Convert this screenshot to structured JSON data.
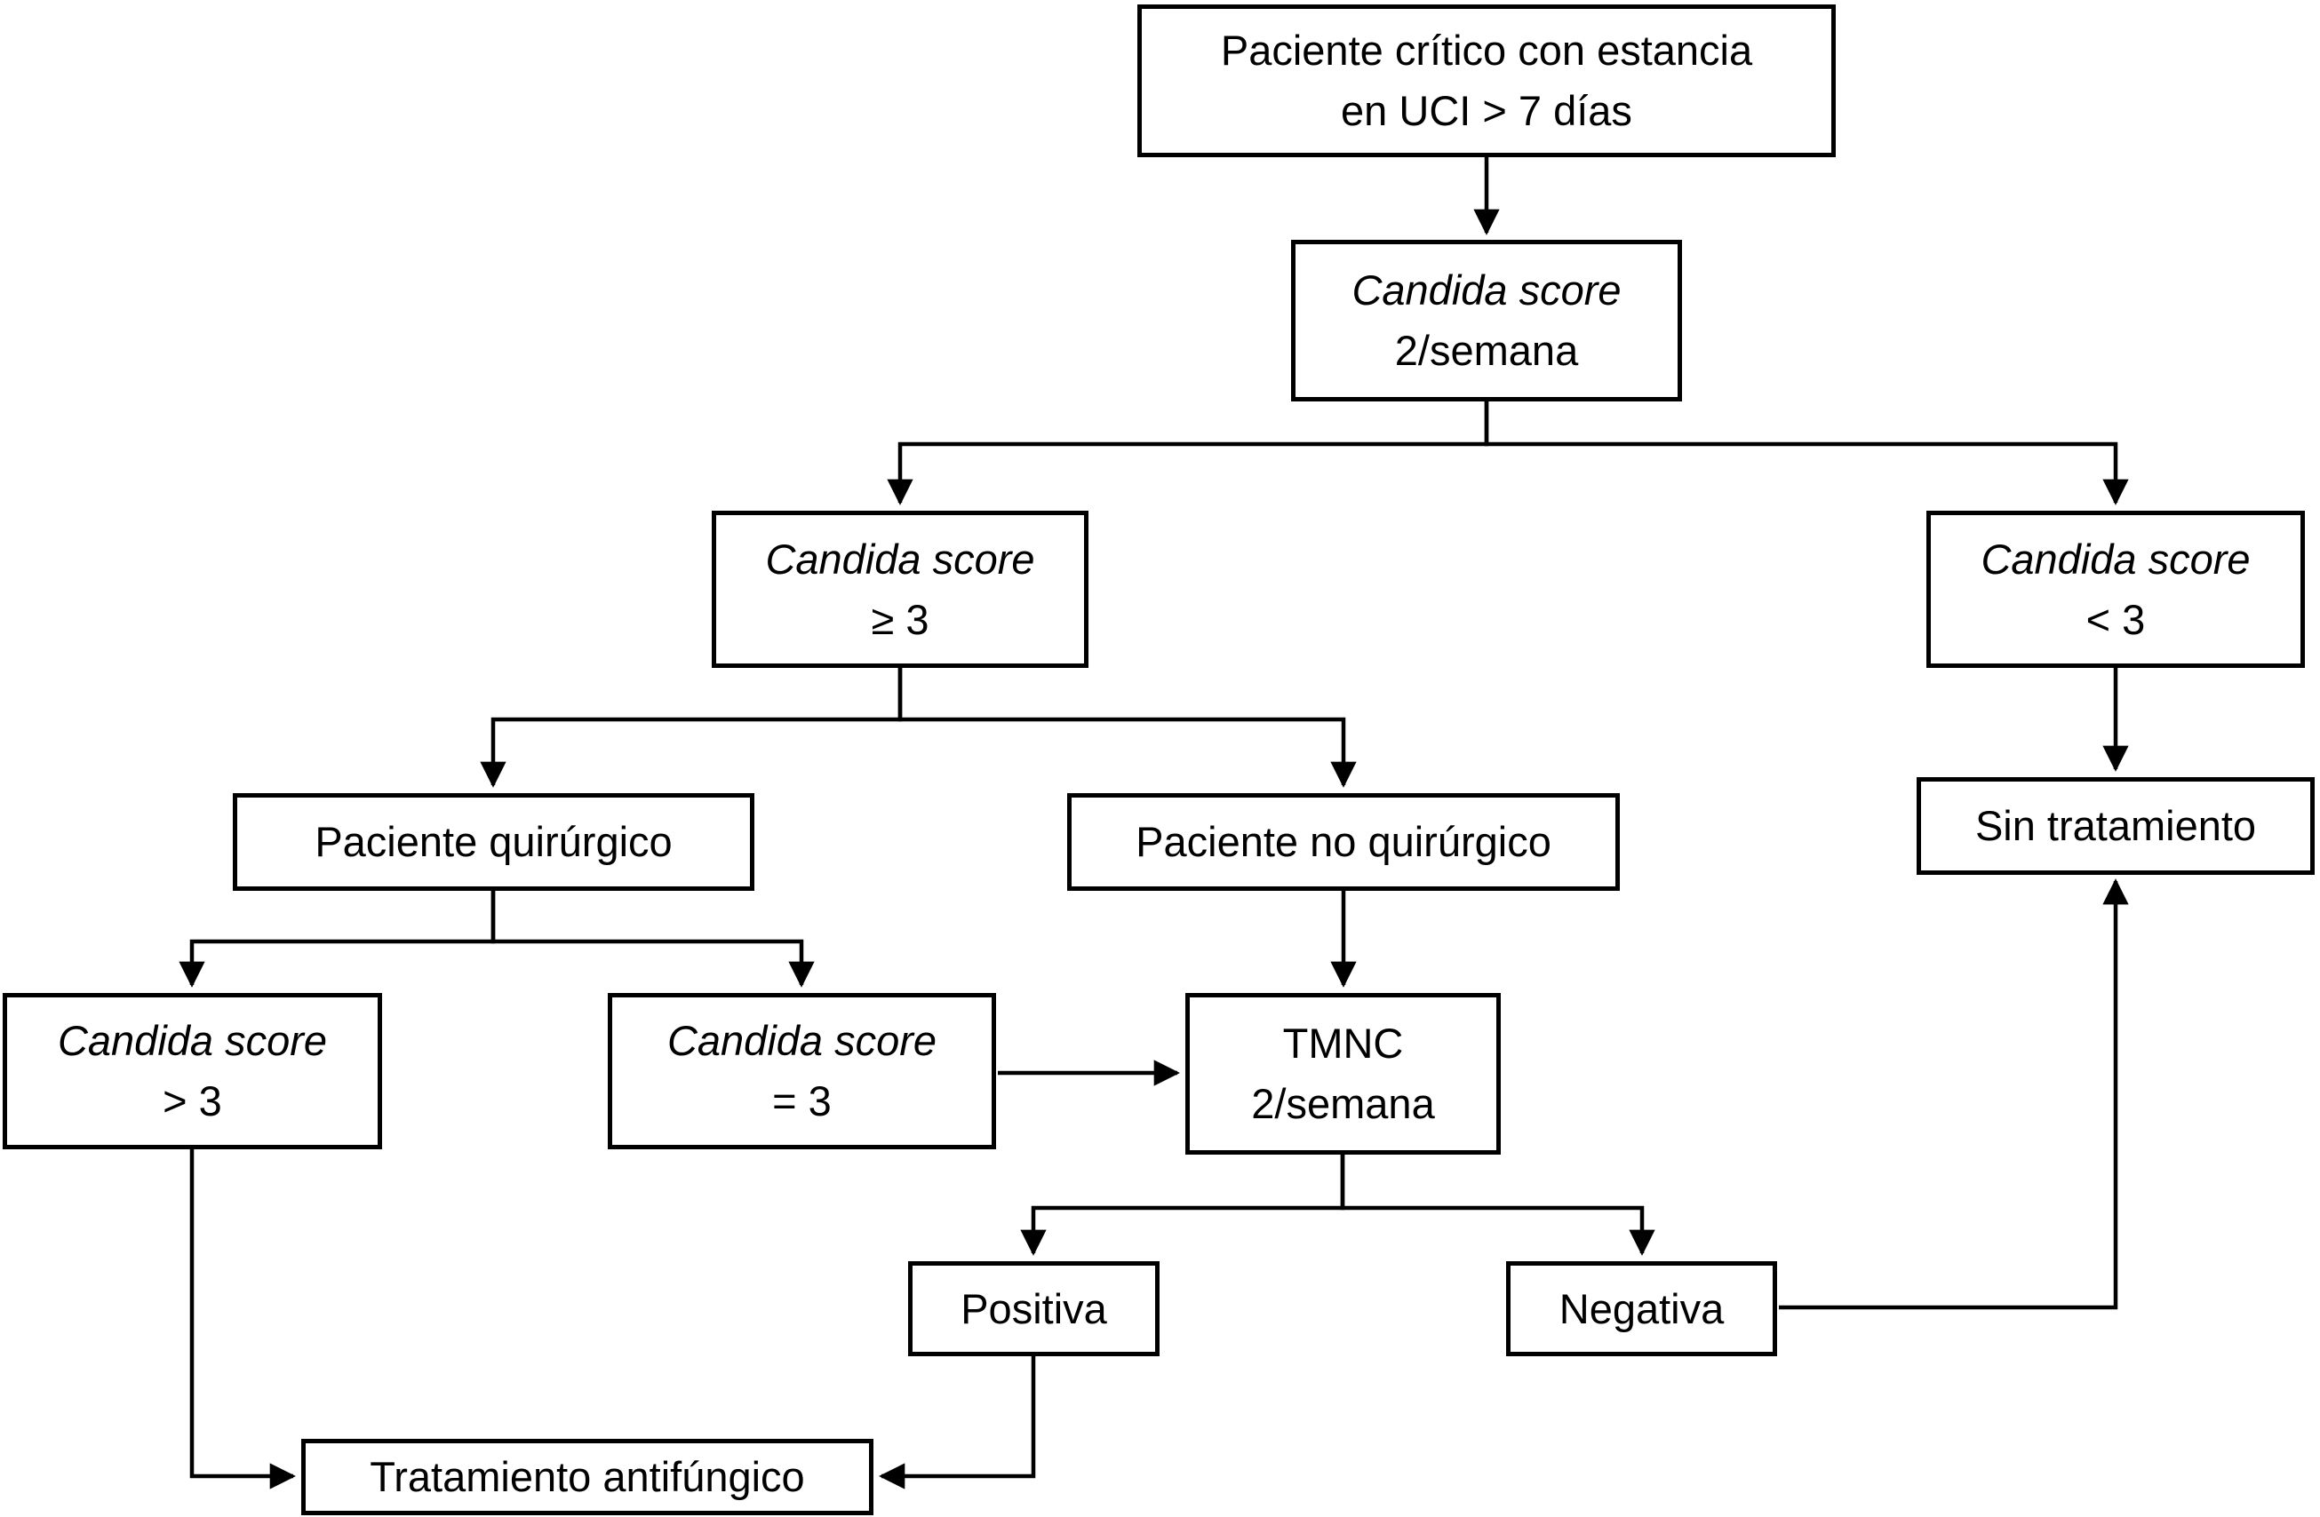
{
  "diagram": {
    "language": "es",
    "colors": {
      "background": "#ffffff",
      "box_border": "#000000",
      "box_fill": "#ffffff",
      "text": "#000000",
      "arrow": "#000000"
    },
    "nodes": {
      "paciente_critico": {
        "line1": "Paciente crítico con estancia",
        "line2": "en UCI > 7 días"
      },
      "candida_semanal": {
        "line1": "Candida score",
        "line2": "2/semana"
      },
      "candida_ge3": {
        "line1": "Candida score",
        "line2": "≥ 3"
      },
      "candida_lt3": {
        "line1": "Candida score",
        "line2": "< 3"
      },
      "paciente_quirurgico": {
        "line1": "Paciente quirúrgico"
      },
      "paciente_no_quirurgico": {
        "line1": "Paciente no quirúrgico"
      },
      "sin_tratamiento": {
        "line1": "Sin tratamiento"
      },
      "candida_gt3": {
        "line1": "Candida score",
        "line2": "> 3"
      },
      "candida_eq3": {
        "line1": "Candida score",
        "line2": "= 3"
      },
      "tmnc": {
        "line1": "TMNC",
        "line2": "2/semana"
      },
      "positiva": {
        "line1": "Positiva"
      },
      "negativa": {
        "line1": "Negativa"
      },
      "tratamiento_antifungico": {
        "line1": "Tratamiento antifúngico"
      }
    },
    "edges": [
      {
        "from": "paciente_critico",
        "to": "candida_semanal"
      },
      {
        "from": "candida_semanal",
        "to": "candida_ge3"
      },
      {
        "from": "candida_semanal",
        "to": "candida_lt3"
      },
      {
        "from": "candida_ge3",
        "to": "paciente_quirurgico"
      },
      {
        "from": "candida_ge3",
        "to": "paciente_no_quirurgico"
      },
      {
        "from": "paciente_quirurgico",
        "to": "candida_gt3"
      },
      {
        "from": "paciente_quirurgico",
        "to": "candida_eq3"
      },
      {
        "from": "paciente_no_quirurgico",
        "to": "tmnc"
      },
      {
        "from": "candida_eq3",
        "to": "tmnc"
      },
      {
        "from": "tmnc",
        "to": "positiva"
      },
      {
        "from": "tmnc",
        "to": "negativa"
      },
      {
        "from": "candida_lt3",
        "to": "sin_tratamiento"
      },
      {
        "from": "negativa",
        "to": "sin_tratamiento"
      },
      {
        "from": "positiva",
        "to": "tratamiento_antifungico"
      },
      {
        "from": "candida_gt3",
        "to": "tratamiento_antifungico"
      }
    ]
  }
}
